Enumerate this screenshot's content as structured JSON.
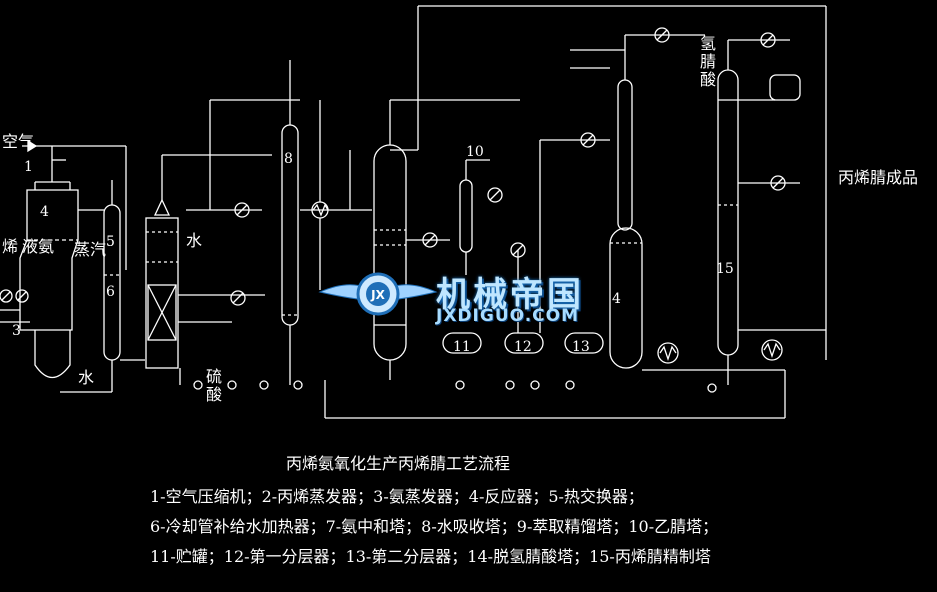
{
  "diagram": {
    "title": "丙烯氨氧化生产丙烯腈工艺流程",
    "legend_lines": [
      "1-空气压缩机；2-丙烯蒸发器；3-氨蒸发器；4-反应器；5-热交换器；",
      "6-冷却管补给水加热器；7-氨中和塔；8-水吸收塔；9-萃取精馏塔；10-乙腈塔；",
      "11-贮罐；12-第一分层器；13-第二分层器；14-脱氢腈酸塔；15-丙烯腈精制塔"
    ],
    "stream_labels": {
      "air": "空气",
      "propylene_liq": "烯",
      "ammonia_liq": "液氨",
      "steam": "蒸汽",
      "water_left": "水",
      "water_mid": "水",
      "sulfuric_acid": "硫酸",
      "hcn": "氢腈酸",
      "product": "丙烯腈成品"
    },
    "equipment_numbers": {
      "n1": "1",
      "n3": "3",
      "n4": "4",
      "n5": "5",
      "n6": "6",
      "n8": "8",
      "n10": "10",
      "n11": "11",
      "n12": "12",
      "n13": "13",
      "n14": "4",
      "n15": "15"
    }
  },
  "watermark": {
    "cn_text": "机械帝国",
    "en_text": "JXDIGUO.COM",
    "badge_text": "JX"
  }
}
